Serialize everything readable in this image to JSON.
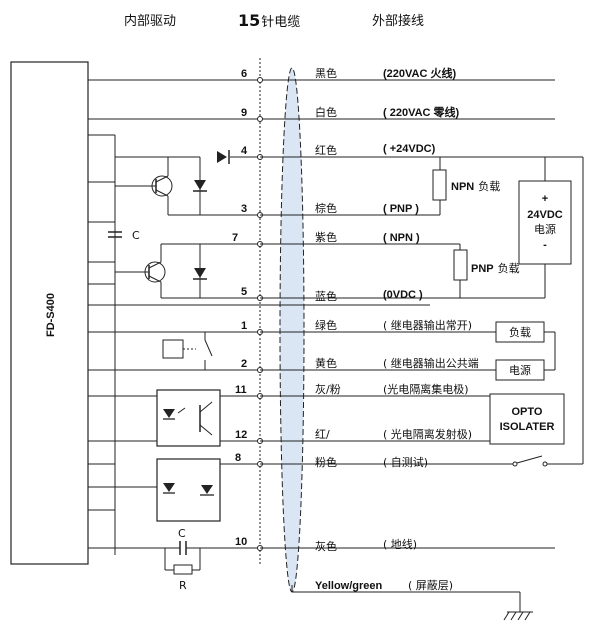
{
  "header": {
    "internal": "内部驱动",
    "cable_num": "15",
    "cable_text": "针电缆",
    "external": "外部接线"
  },
  "device_label": "FD-S400",
  "pins": [
    {
      "num": "6",
      "color": "黑色",
      "signal": "(220VAC 火线)"
    },
    {
      "num": "9",
      "color": "白色",
      "signal": "( 220VAC 零线)"
    },
    {
      "num": "4",
      "color": "红色",
      "signal": "( +24VDC)"
    },
    {
      "num": "3",
      "color": "棕色",
      "signal": "( PNP )"
    },
    {
      "num": "7",
      "color": "紫色",
      "signal": "( NPN )"
    },
    {
      "num": "5",
      "color": "蓝色",
      "signal": "(0VDC )"
    },
    {
      "num": "1",
      "color": "绿色",
      "signal": "( 继电器输出常开)"
    },
    {
      "num": "2",
      "color": "黄色",
      "signal": "( 继电器输出公共端"
    },
    {
      "num": "11",
      "color": "灰/粉",
      "signal": "(光电隔离集电极)"
    },
    {
      "num": "12",
      "color": "红/",
      "signal": "( 光电隔离发射极)"
    },
    {
      "num": "8",
      "color": "粉色",
      "signal": "( 自测试)"
    },
    {
      "num": "10",
      "color": "灰色",
      "signal": "( 地线)"
    }
  ],
  "shield": {
    "color": "Yellow/green",
    "signal": "( 屏蔽层)"
  },
  "components": {
    "cap_left": "C",
    "cap_bottom": "C",
    "res_bottom": "R",
    "npn_load": "NPN",
    "npn_load_suffix": "负载",
    "pnp_load": "PNP",
    "pnp_load_suffix": "负载",
    "supply_plus": "+",
    "supply_voltage": "24VDC",
    "supply_name": "电源",
    "supply_minus": "-",
    "relay_load": "负载",
    "relay_supply": "电源",
    "opto_line1": "OPTO",
    "opto_line2": "ISOLATER"
  }
}
